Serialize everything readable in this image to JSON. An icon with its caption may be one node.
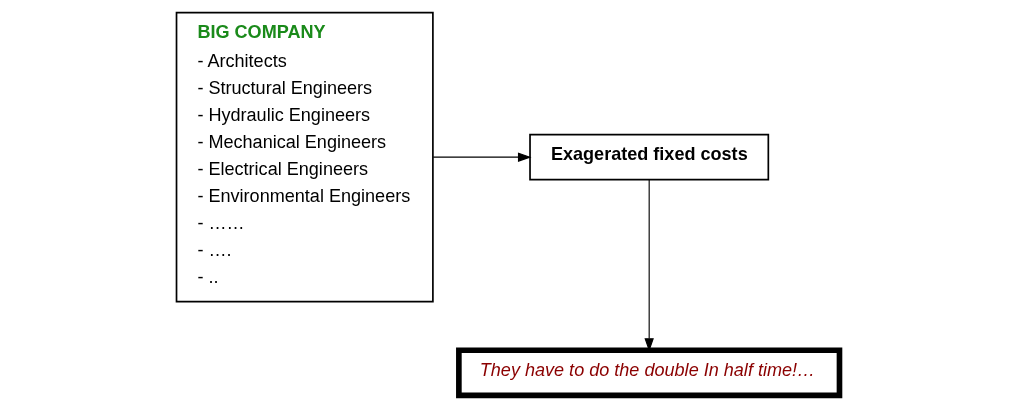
{
  "diagram": {
    "nodes": [
      {
        "text": [
          "BIG COMPANY",
          "- Architects",
          "- Structural Engineers",
          "- Hydraulic Engineers",
          "- Mechanical Engineers",
          "- Electrical Engineers",
          "- Environmental Engineers",
          "- ……",
          "- ….",
          "- .."
        ]
      },
      {
        "text": [
          "Exagerated fixed costs"
        ]
      },
      {
        "text": [
          "They have to do the double In half time!…"
        ]
      }
    ],
    "edges": [
      {
        "from": 0,
        "to": 1,
        "arrow": "to"
      },
      {
        "from": 1,
        "to": 2,
        "arrow": "to"
      }
    ]
  }
}
